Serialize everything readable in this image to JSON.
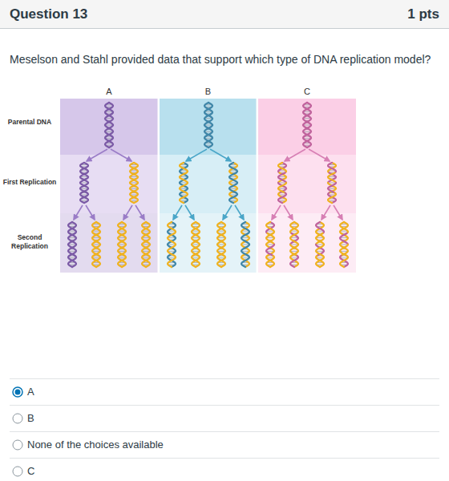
{
  "diagram": {
    "nodes": [
      {
        "text": [
          "Question 13",
          "1 pts"
        ]
      },
      {
        "text": [
          "A"
        ]
      },
      {
        "text": [
          "B"
        ]
      },
      {
        "text": [
          "C"
        ]
      }
    ],
    "labels": [
      "Meselson and Stahl provided data that support which type of DNA replication model?",
      "Parental DNA",
      "First Replication",
      "Second Replication",
      "A",
      "B",
      "None of the choices available",
      "C"
    ]
  }
}
